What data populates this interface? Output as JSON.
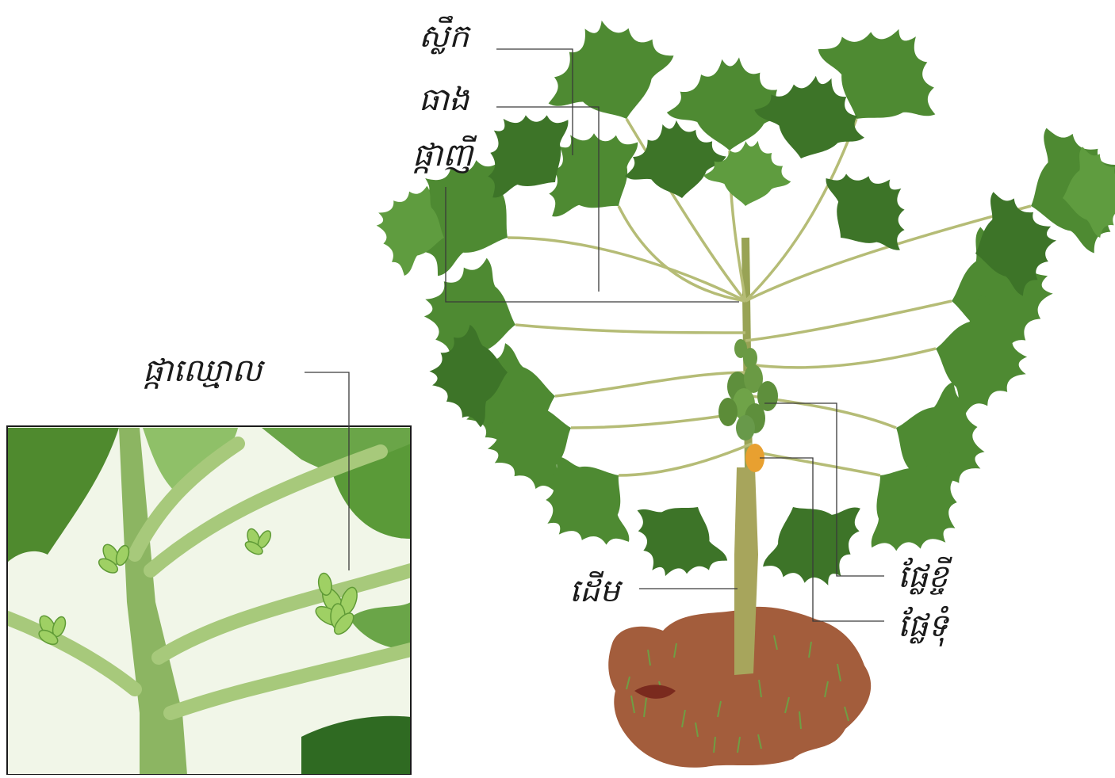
{
  "labels": {
    "leaf": "ស្លឹក",
    "branch": "ធាង",
    "female_flower": "ផ្កាញី",
    "male_flower": "ផ្កាឈ្មោល",
    "trunk": "ដើម",
    "green_fruit": "ផ្លែខ្ចី",
    "ripe_fruit": "ផ្លែទុំ"
  },
  "colors": {
    "leaf_dark": "#3f7a2a",
    "leaf_mid": "#5a9a3a",
    "leaf_light": "#86b85a",
    "trunk": "#a6a45a",
    "soil": "#a0583a",
    "grass": "#7aa64a",
    "inset_bg": "#f4f8ec",
    "ripe_fruit": "#e8a030"
  }
}
